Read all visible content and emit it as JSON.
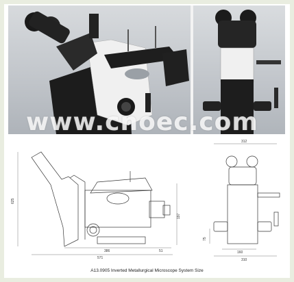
{
  "watermark": "www.cnoec.com",
  "drawing": {
    "dimensions": {
      "side_total_width": "571",
      "side_body_width": "386",
      "side_eyepiece_width": "51",
      "side_total_height": "625",
      "side_stage_height": "197",
      "front_top_width": "312",
      "front_base_width": "310",
      "front_mid_width": "160",
      "front_small_height": "75"
    }
  },
  "caption": "A13.0905 Inverted Metallurgical Microscope System Size",
  "colors": {
    "background": "#e9ede0",
    "photo_bg": "#bfc4c9",
    "microscope_white": "#f2f2f2",
    "microscope_black": "#1c1c1c",
    "line": "#333333"
  }
}
